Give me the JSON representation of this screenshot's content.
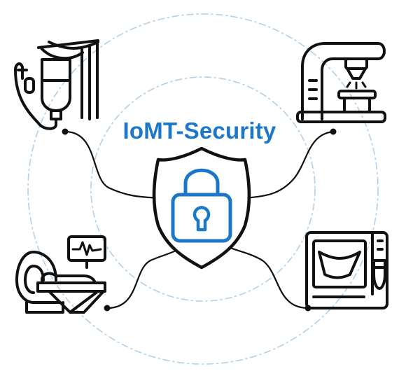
{
  "title": "IoMT-Security",
  "colors": {
    "accent": "#1c77c8",
    "ink": "#111111",
    "ring": "#b3d0e6",
    "background": "#ffffff"
  },
  "center_icon": "shield-lock-icon",
  "devices": [
    {
      "name": "iv-infusion-pump",
      "icon": "iv-drip-icon"
    },
    {
      "name": "x-ray-machine",
      "icon": "x-ray-machine-icon"
    },
    {
      "name": "mri-scanner-with-monitor",
      "icon": "mri-scanner-icon"
    },
    {
      "name": "ultrasound-machine",
      "icon": "ultrasound-icon"
    }
  ]
}
